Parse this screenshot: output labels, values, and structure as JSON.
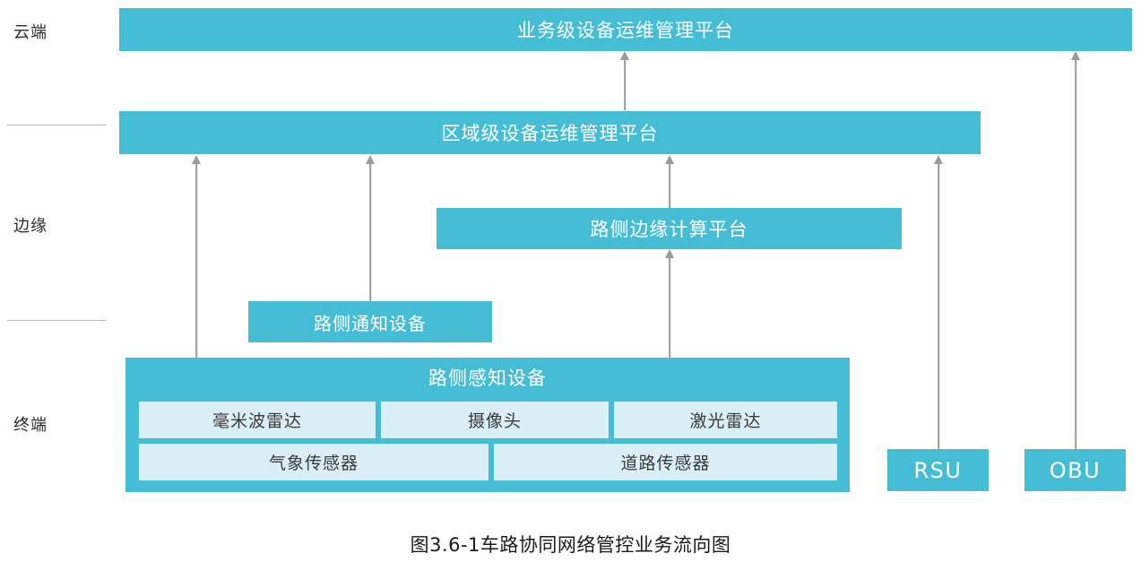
{
  "figure": {
    "caption": "图3.6-1车路协同网络管控业务流向图",
    "accent_color": "#45bdd5",
    "subbox_color": "#daeef5",
    "arrow_color": "#9a9a9a",
    "divider_color": "#b9b9b9"
  },
  "layers": [
    {
      "key": "cloud",
      "label": "云端"
    },
    {
      "key": "edge",
      "label": "边缘"
    },
    {
      "key": "terminal",
      "label": "终端"
    }
  ],
  "nodes": {
    "business_platform": {
      "label": "业务级设备运维管理平台"
    },
    "regional_platform": {
      "label": "区域级设备运维管理平台"
    },
    "edge_platform": {
      "label": "路侧边缘计算平台"
    },
    "notify_device": {
      "label": "路侧通知设备"
    },
    "sensing_device": {
      "label": "路侧感知设备"
    },
    "rsu": {
      "label": "RSU"
    },
    "obu": {
      "label": "OBU"
    }
  },
  "sensors": {
    "row1": [
      {
        "label": "毫米波雷达"
      },
      {
        "label": "摄像头"
      },
      {
        "label": "激光雷达"
      }
    ],
    "row2": [
      {
        "label": "气象传感器"
      },
      {
        "label": "道路传感器"
      }
    ]
  },
  "flows": [
    {
      "from": "regional_platform",
      "to": "business_platform"
    },
    {
      "from": "sensing_device",
      "to": "regional_platform"
    },
    {
      "from": "notify_device",
      "to": "regional_platform"
    },
    {
      "from": "edge_platform",
      "to": "regional_platform"
    },
    {
      "from": "sensing_device",
      "to": "edge_platform"
    },
    {
      "from": "rsu",
      "to": "regional_platform"
    },
    {
      "from": "obu",
      "to": "business_platform"
    }
  ]
}
